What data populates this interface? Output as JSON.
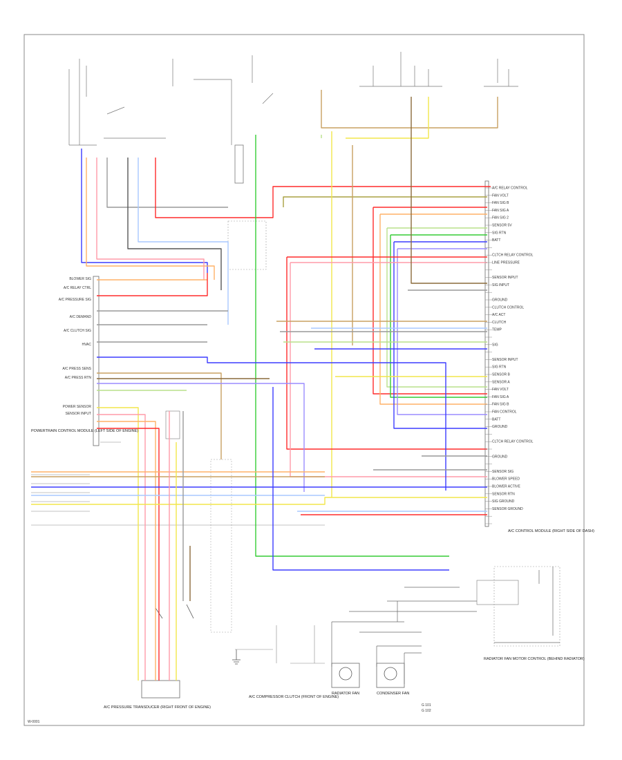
{
  "colors": {
    "black": "#555555",
    "gray": "#999999",
    "red": "#ff2a2a",
    "pink": "#ff9aa8",
    "orange": "#ffb066",
    "yellow": "#f2e64a",
    "green": "#33cc33",
    "lightgreen": "#b8e08a",
    "blue": "#3b3bff",
    "lightblue": "#a8c8ff",
    "tan": "#c8a060",
    "brown": "#8a6a3a",
    "violet": "#9a8cff",
    "olive": "#a8a040"
  },
  "pins": {
    "ac_control_module": [
      "A/C RELAY CONTROL",
      "FAN VOLT",
      "FAN SIG B",
      "FAN SIG A",
      "FAN SIG 2",
      "SENSOR 5V",
      "SIG RTN",
      "BATT",
      "",
      "CLTCH RELAY CONTROL",
      "LINE PRESSURE",
      "",
      "SENSOR INPUT",
      "SIG INPUT",
      "",
      "GROUND",
      "CLUTCH CONTROL",
      "A/C ACT",
      "CLUTCH",
      "TEMP",
      "",
      "SIG",
      "",
      "SENSOR INPUT",
      "SIG RTN",
      "SENSOR B",
      "SENSOR A",
      "FAN VOLT",
      "FAN SIG A",
      "FAN SIG B",
      "FAN CONTROL",
      "BATT",
      "GROUND",
      "",
      "CLTCH RELAY CONTROL",
      "",
      "GROUND",
      "",
      "SENSOR SIG",
      "BLOWER SPEED",
      "BLOWER ACTIVE",
      "SENSOR RTN",
      "SIG GROUND",
      "SENSOR GROUND",
      "",
      ""
    ],
    "pcm_left": [
      "BLOWER SIG",
      "A/C RELAY CTRL",
      "A/C PRESSURE SIG",
      "A/C DEMAND",
      "A/C CLUTCH SIG",
      "HVAC",
      "A/C PRESS SENS",
      "A/C PRESS RTN",
      "",
      "POWER SENSOR",
      "SENSOR INPUT"
    ]
  },
  "labels": {
    "page_code": "W-0001",
    "ground_legend_1": "G 101",
    "ground_legend_2": "G 102",
    "module_caption": "A/C CONTROL MODULE (RIGHT SIDE OF DASH)",
    "pcm_caption": "POWERTRAIN CONTROL MODULE (LEFT SIDE OF ENGINE)",
    "pressure_caption": "A/C PRESSURE TRANSDUCER (RIGHT FRONT OF ENGINE)",
    "clutch_caption": "A/C COMPRESSOR CLUTCH (FRONT OF ENGINE)",
    "fan_caption": "RADIATOR FAN MOTOR CONTROL (BEHIND RADIATOR)",
    "left_fan": "RADIATOR FAN",
    "right_fan": "CONDENSER FAN"
  }
}
